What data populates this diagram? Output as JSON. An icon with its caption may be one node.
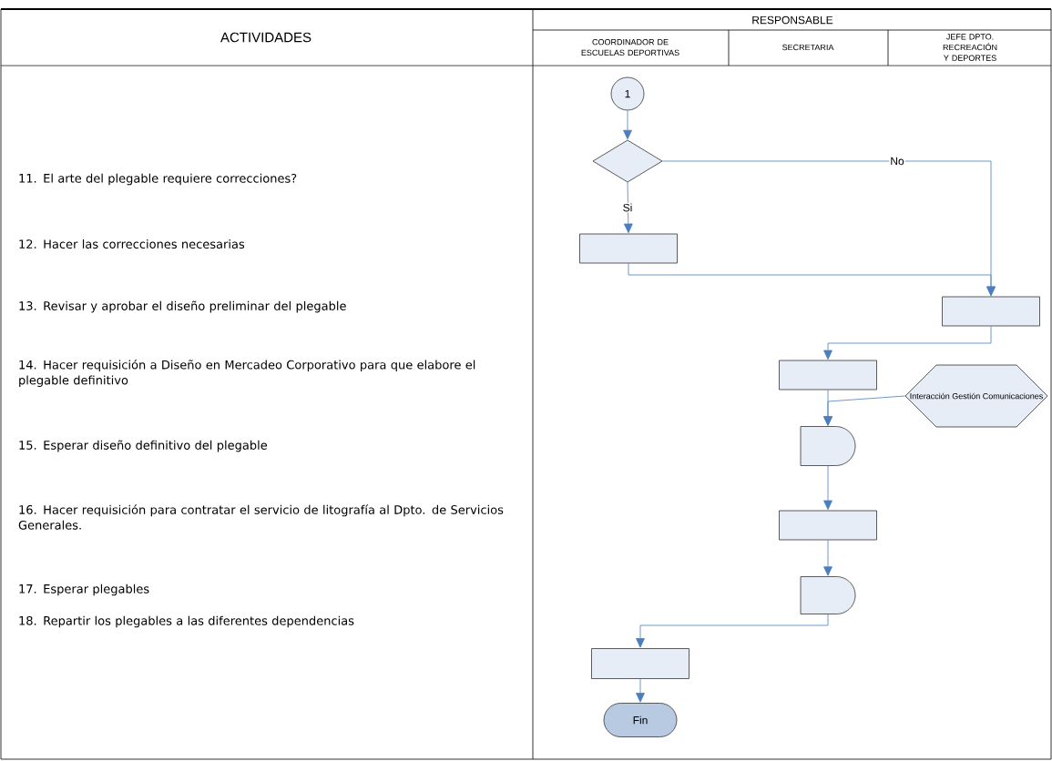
{
  "diagram": {
    "nodes": [
      {
        "text": [
          "1"
        ]
      },
      {
        "text": [],
        "shape": "diamond"
      },
      {
        "text": [],
        "shape": "box"
      },
      {
        "text": [],
        "shape": "box"
      },
      {
        "text": [],
        "shape": "box"
      },
      {
        "text": [
          "Interacción Gestión Comunicaciones"
        ]
      },
      {
        "text": [],
        "shape": "delay"
      },
      {
        "text": [],
        "shape": "box"
      },
      {
        "text": [],
        "shape": "delay"
      },
      {
        "text": [],
        "shape": "box"
      },
      {
        "text": [
          "Fin"
        ]
      }
    ],
    "edges": [
      {
        "from": 0,
        "to": 1,
        "arrow": "to"
      },
      {
        "from": 1,
        "to": 2,
        "arrow": "to",
        "label": "Si"
      },
      {
        "from": 1,
        "to": 3,
        "arrow": "to",
        "label": "No"
      },
      {
        "from": 2,
        "to": 3,
        "arrow": "to"
      },
      {
        "from": 3,
        "to": 4,
        "arrow": "to"
      },
      {
        "from": 4,
        "to": 6,
        "arrow": "to"
      },
      {
        "from": 5,
        "to": 6,
        "arrow": "to"
      },
      {
        "from": 6,
        "to": 7,
        "arrow": "to"
      },
      {
        "from": 7,
        "to": 8,
        "arrow": "to"
      },
      {
        "from": 8,
        "to": 9,
        "arrow": "to"
      },
      {
        "from": 9,
        "to": 10,
        "arrow": "to"
      }
    ],
    "labels": [
      "ACTIVIDADES",
      "RESPONSABLE",
      "COORDINADOR DE ESCUELAS DEPORTIVAS",
      "SECRETARIA",
      "JEFE DPTO. RECREACIÓN Y DEPORTES",
      "11. El arte del plegable requiere correcciones?",
      "12. Hacer las correcciones necesarias",
      "13. Revisar y aprobar el diseño preliminar del plegable",
      "14. Hacer requisición a Diseño en Mercadeo Corporativo para que elabore el plegable definitivo",
      "15. Esperar diseño definitivo del plegable",
      "16. Hacer requisición para contratar el servicio de litografía al Dpto. de Servicios Generales.",
      "17. Esperar plegables",
      "18. Repartir los plegables a las diferentes dependencias"
    ]
  }
}
